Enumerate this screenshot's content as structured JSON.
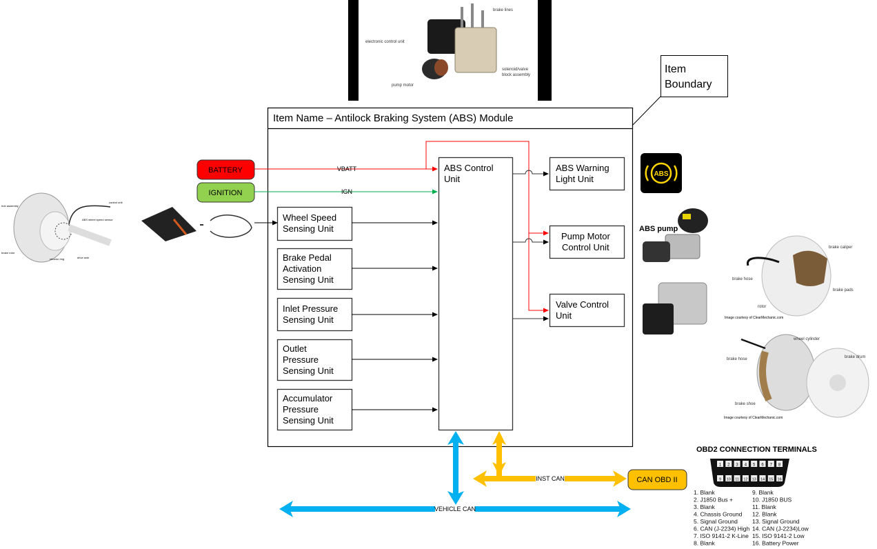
{
  "item": {
    "title": "Item Name – Antilock Braking System (ABS) Module",
    "boundary_label_line1": "Item",
    "boundary_label_line2": "Boundary"
  },
  "power_inputs": [
    {
      "label": "BATTERY",
      "signal": "VBATT",
      "color": "#ff0000"
    },
    {
      "label": "IGNITION",
      "signal": "IGN",
      "color": "#92d050"
    }
  ],
  "sensing_units": [
    {
      "lines": [
        "Wheel Speed",
        "Sensing Unit"
      ]
    },
    {
      "lines": [
        "Brake Pedal",
        "Activation",
        "Sensing Unit"
      ]
    },
    {
      "lines": [
        "Inlet Pressure",
        "Sensing Unit"
      ]
    },
    {
      "lines": [
        "Outlet",
        "Pressure",
        "Sensing Unit"
      ]
    },
    {
      "lines": [
        "Accumulator",
        "Pressure",
        "Sensing Unit"
      ]
    }
  ],
  "control_unit": {
    "lines": [
      "ABS Control",
      "Unit"
    ]
  },
  "output_units": [
    {
      "lines": [
        "ABS Warning",
        "Light Unit"
      ]
    },
    {
      "lines": [
        "Pump Motor",
        "Control Unit"
      ]
    },
    {
      "lines": [
        "Valve Control",
        "Unit"
      ]
    }
  ],
  "warning_icon": {
    "text": "ABS",
    "color": "#ffd500"
  },
  "abs_pump_label": "ABS pump",
  "networks": {
    "inst_can": {
      "label": "INST CAN",
      "color": "#ffc000"
    },
    "vehicle_can": {
      "label": "VEHICLE CAN",
      "color": "#00b0f0"
    },
    "obd_box": "CAN OBD II"
  },
  "top_image_labels": {
    "brake_lines": "brake lines",
    "ecu": "electronic control unit",
    "pump_motor": "pump motor",
    "solenoid1": "solenoid/valve",
    "solenoid2": "block assembly"
  },
  "wheel_image_labels": {
    "hub": "hub assembly",
    "control": "control unit",
    "sensor": "ABS wheel speed sensor",
    "rotor": "brake rotor",
    "ring": "reluctor ring",
    "axle": "drive axle"
  },
  "disc_brake_labels": {
    "caliper": "brake caliper",
    "hose": "brake hose",
    "pads": "brake pads",
    "rotor": "rotor",
    "credit": "Image courtesy of ClearMechanic.com"
  },
  "drum_brake_labels": {
    "cylinder": "wheel cylinder",
    "hose": "brake hose",
    "drum": "brake drum",
    "shoe": "brake shoe",
    "credit": "Image courtesy of ClearMechanic.com"
  },
  "obd": {
    "title": "OBD2 CONNECTION TERMINALS",
    "pins_top": [
      "1",
      "2",
      "3",
      "4",
      "5",
      "6",
      "7",
      "8"
    ],
    "pins_bottom": [
      "9",
      "10",
      "11",
      "12",
      "13",
      "14",
      "15",
      "16"
    ],
    "left": [
      "1. Blank",
      "2. J1850 Bus +",
      "3. Blank",
      "4. Chassis Ground",
      "5. Signal Ground",
      "6. CAN (J-2234) High",
      "7. ISO 9141-2 K-Line",
      "8. Blank"
    ],
    "right": [
      "9. Blank",
      "10. J1850 BUS",
      "11. Blank",
      "12. Blank",
      "13. Signal Ground",
      "14. CAN (J-2234)Low",
      "15. ISO 9141-2 Low",
      "16. Battery Power"
    ]
  }
}
